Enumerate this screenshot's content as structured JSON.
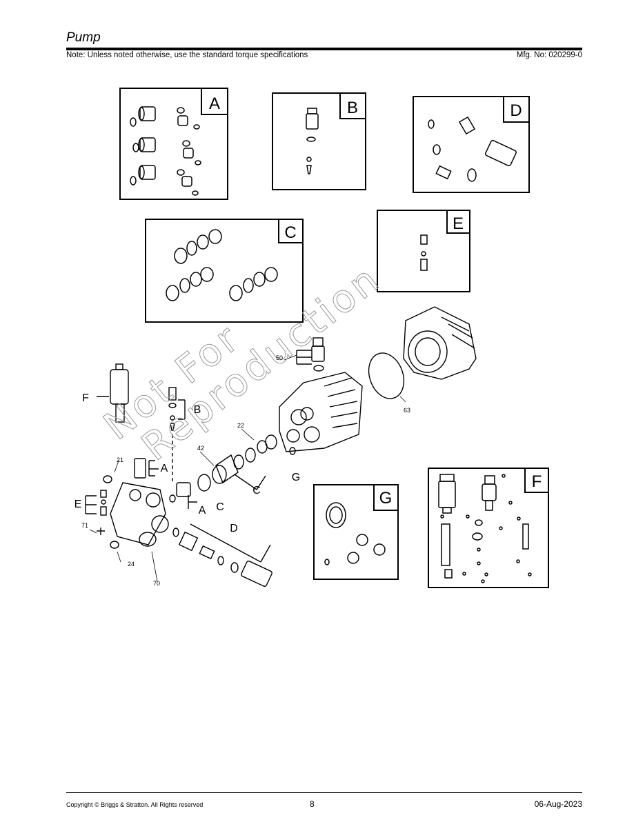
{
  "header": {
    "title": "Pump",
    "note": "Note: Unless noted otherwise, use the standard torque specifications",
    "mfg_no": "Mfg. No: 020299-0"
  },
  "diagram": {
    "watermark_line1": "Not For",
    "watermark_line2": "Reproduction",
    "kit_labels": {
      "A": "A",
      "B": "B",
      "C": "C",
      "D": "D",
      "E": "E",
      "F": "F",
      "G": "G"
    },
    "callouts": {
      "p21": "21",
      "p22": "22",
      "p24": "24",
      "p42": "42",
      "p50": "50",
      "p63": "63",
      "p70": "70",
      "p71": "71"
    }
  },
  "footer": {
    "copyright": "Copyright ©  Briggs & Stratton. All Rights reserved",
    "page_number": "8",
    "date": "06-Aug-2023"
  }
}
